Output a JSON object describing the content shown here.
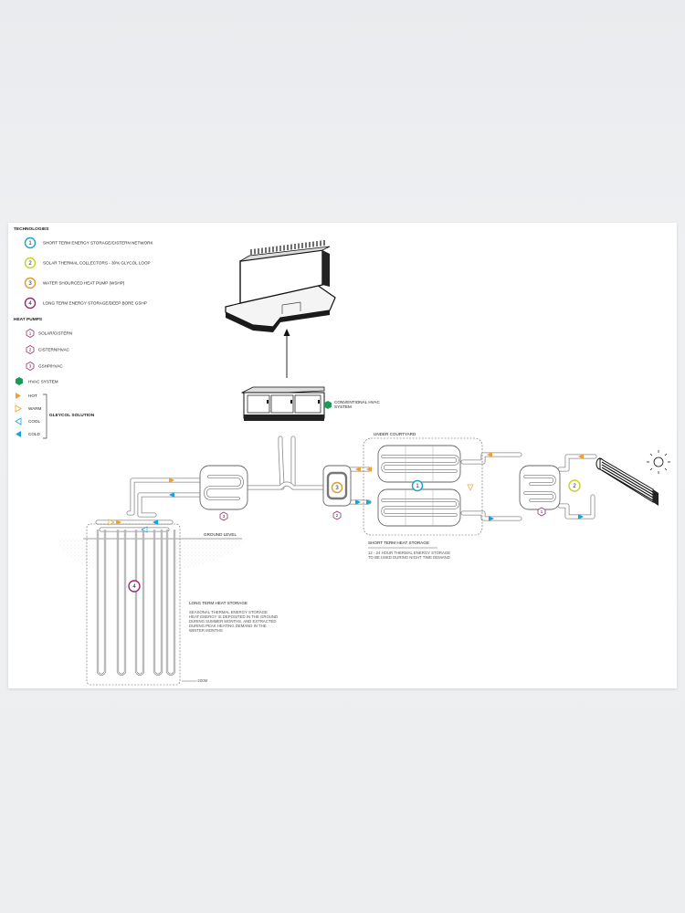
{
  "legend": {
    "technologies_heading": "TECHNOLOGIES",
    "technologies": [
      {
        "num": "1",
        "label": "SHORT TERM ENERGY STORAGE/CISTERN NETWORK",
        "color": "#1aa3c9"
      },
      {
        "num": "2",
        "label": "SOLAR THERMAL COLLECTORS - 30% GLYCOL LOOP",
        "color": "#c8d21f"
      },
      {
        "num": "3",
        "label": "WATER SHOURCED HEAT PUMP (WSHP)",
        "color": "#e09a2a"
      },
      {
        "num": "4",
        "label": "LONG TERM ENERGY STORAGE/DEEP BORE GSHP",
        "color": "#9b2a6e"
      }
    ],
    "heat_pumps_heading": "HEAT PUMPS",
    "heat_pumps": [
      {
        "num": "1",
        "label": "SOLAR/CISTERN"
      },
      {
        "num": "2",
        "label": "CISTERN/HVAC"
      },
      {
        "num": "3",
        "label": "GSHP/HVAC"
      }
    ],
    "hvac_label": "HVAC SYSTEM",
    "hvac_color": "#1a9a55",
    "flows": [
      {
        "label": "HOT",
        "color": "#f0a030",
        "fill": true
      },
      {
        "label": "WARM",
        "color": "#f0a030",
        "fill": false
      },
      {
        "label": "COOL",
        "color": "#1aa3d9",
        "fill": false
      },
      {
        "label": "COLD",
        "color": "#1aa3d9",
        "fill": true
      }
    ],
    "glycol_label": "GLEYCOL SOLUTION"
  },
  "labels": {
    "conventional_hvac": [
      "CONVENTIONAL HVAC",
      "SYSTEM"
    ],
    "under_courtyard": "UNDER COURTYARD",
    "short_term": "SHORT TERM HEAT STORAGE",
    "short_term_note": [
      "12 - 24 HOUR THERMAL ENERGY STORAGE",
      "TO BE USED DURING NIGHT TIME DEMAND"
    ],
    "ground_level": "GROUND LEVEL",
    "long_term": "LONG TERM HEAT STORAGE",
    "long_term_note": [
      "SEASONAL THERMAL ENERGY STORAGE",
      "HEAT ENERGY IS DEPOSITED IN THE GROUND",
      "DURING SUMMER MONTHS, AND EXTRACTED",
      "DURING PEAK HEATING DEMAND IN THE",
      "WINTER MONTHS"
    ],
    "depth": "-200M"
  },
  "markers": {
    "tech_1": "1",
    "tech_2": "2",
    "tech_3": "3",
    "tech_4": "4",
    "hp_1": "1",
    "hp_2": "2",
    "hp_3": "3"
  }
}
